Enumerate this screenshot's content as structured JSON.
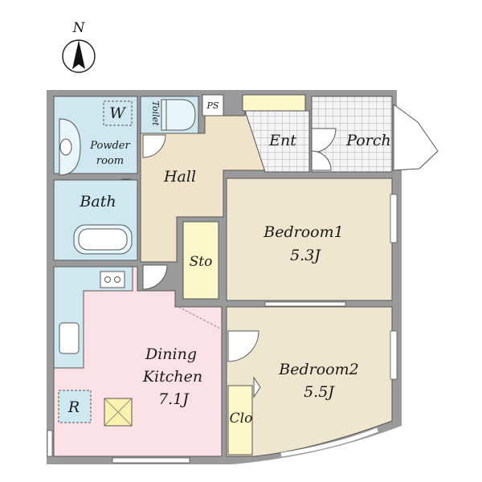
{
  "compass": {
    "letter": "N"
  },
  "rooms": {
    "w": "W",
    "toilet": "Toilet",
    "ps": "PS",
    "powder_line1": "Powder",
    "powder_line2": "room",
    "ent": "Ent",
    "porch": "Porch",
    "hall": "Hall",
    "bath": "Bath",
    "bedroom1_name": "Bedroom1",
    "bedroom1_size": "5.3J",
    "sto": "Sto",
    "dining_line1": "Dining",
    "dining_line2": "Kitchen",
    "dining_size": "7.1J",
    "bedroom2_name": "Bedroom2",
    "bedroom2_size": "5.5J",
    "r": "R",
    "clo": "Clo"
  },
  "colors": {
    "wet_area": "#cfe8ef",
    "hall_wood": "#efe3c9",
    "bedroom": "#efe6cf",
    "dining": "#fbe2e6",
    "storage": "#fdf8c9",
    "tile": "#f2f2f2",
    "wall": "#9a9a9a"
  }
}
